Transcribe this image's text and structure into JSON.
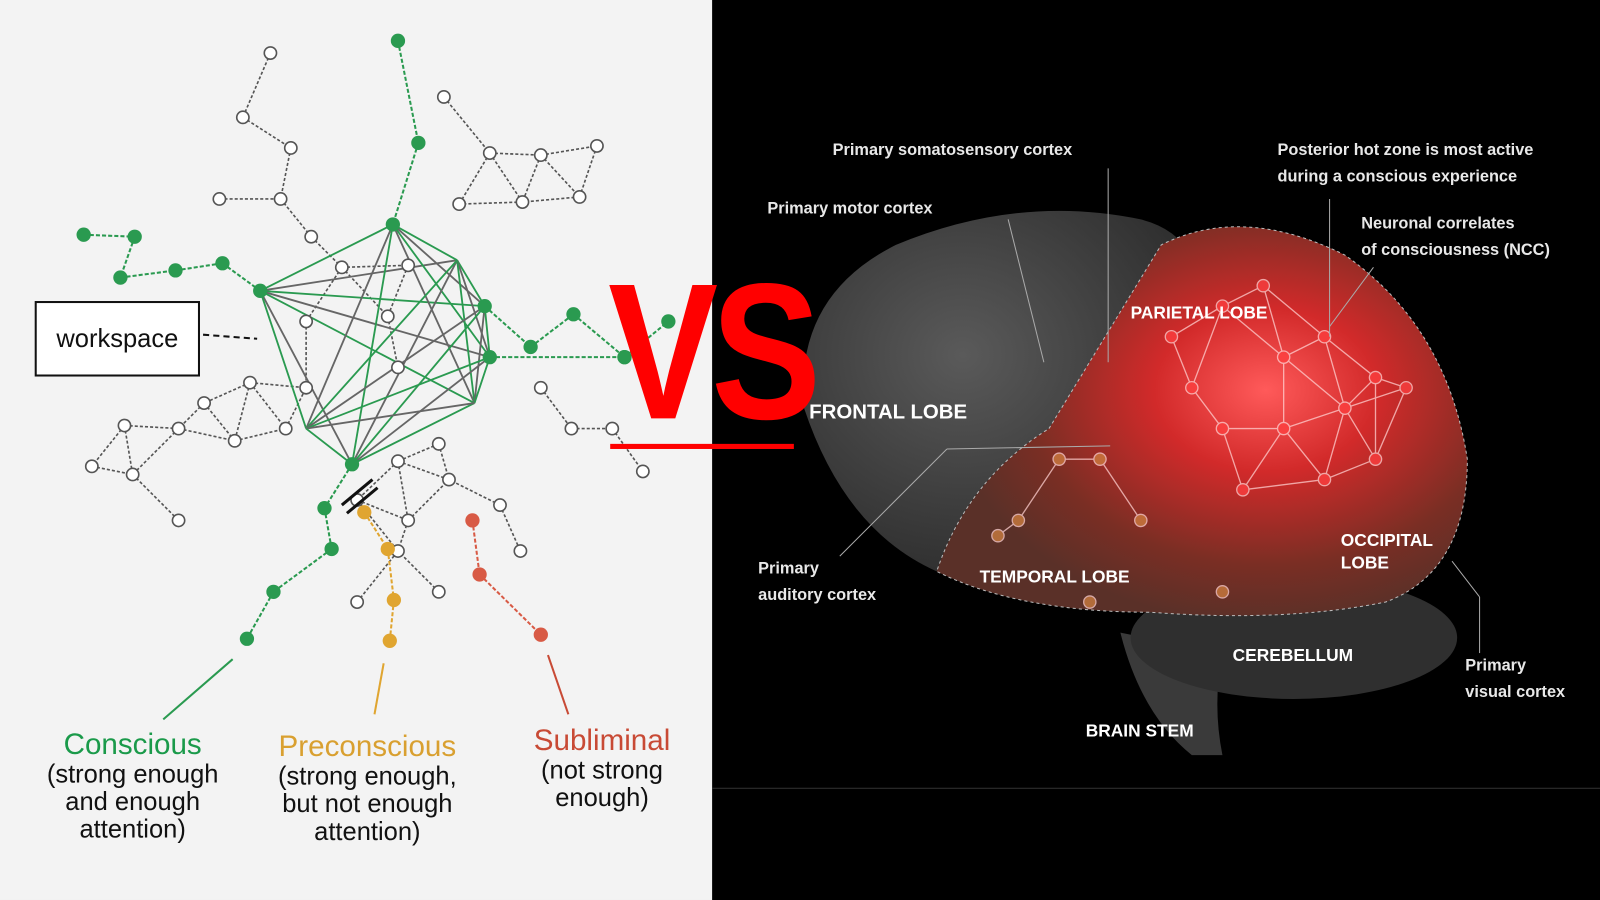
{
  "left_diagram": {
    "workspace_label": "workspace",
    "categories": [
      {
        "title": "Conscious",
        "desc": [
          "(strong enough",
          "and enough",
          "attention)"
        ],
        "color": "#1a9a4a"
      },
      {
        "title": "Preconscious",
        "desc": [
          "(strong enough,",
          "but not enough",
          "attention)"
        ],
        "color": "#d9a030"
      },
      {
        "title": "Subliminal",
        "desc": [
          "(not strong",
          "enough)"
        ],
        "color": "#c84a35"
      }
    ]
  },
  "divider": {
    "text": "VS",
    "color": "#ff0000"
  },
  "brain_diagram": {
    "labels": {
      "somatosensory": "Primary somatosensory cortex",
      "motor": "Primary motor cortex",
      "hot_zone": [
        "Posterior hot zone is most active",
        "during a conscious experience"
      ],
      "ncc": [
        "Neuronal correlates",
        "of consciousness (NCC)"
      ],
      "auditory": [
        "Primary",
        "auditory cortex"
      ],
      "visual": [
        "Primary",
        "visual cortex"
      ]
    },
    "lobes": {
      "frontal": "FRONTAL LOBE",
      "parietal": "PARIETAL LOBE",
      "temporal": "TEMPORAL LOBE",
      "occipital": [
        "OCCIPITAL",
        "LOBE"
      ],
      "cerebellum": "CEREBELLUM",
      "brain_stem": "BRAIN STEM"
    }
  }
}
